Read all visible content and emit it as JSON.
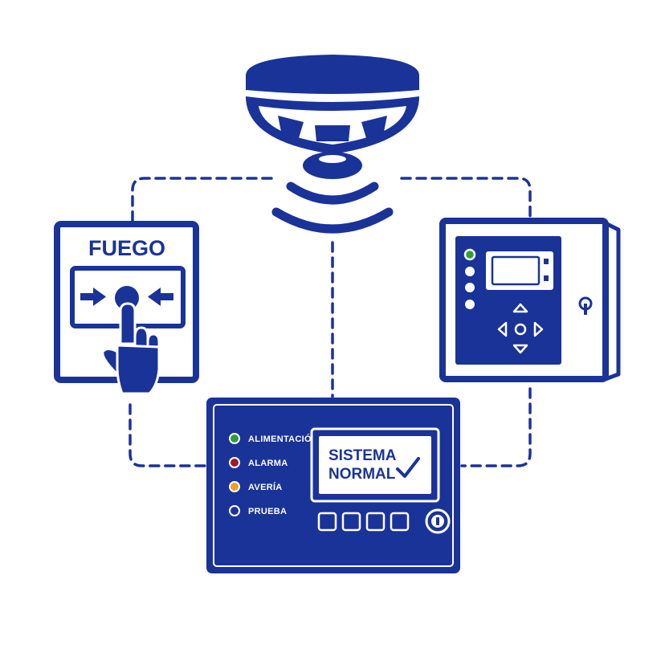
{
  "colors": {
    "primary": "#1a3399",
    "background": "#ffffff",
    "led_power": "#2e9e3a",
    "led_alarm": "#9e1b2a",
    "led_fault": "#f0a020",
    "led_test": "#1a3399"
  },
  "call_point": {
    "label": "FUEGO",
    "icon": "press-button-hand-icon"
  },
  "detector": {
    "icon": "smoke-detector-icon"
  },
  "remote_panel": {
    "icon": "remote-control-panel-icon"
  },
  "main_panel": {
    "leds": [
      {
        "label": "ALIMENTACIÓN",
        "color": "#2e9e3a"
      },
      {
        "label": "ALARMA",
        "color": "#9e1b2a"
      },
      {
        "label": "AVERÍA",
        "color": "#f0a020"
      },
      {
        "label": "PRUEBA",
        "color": "#1a3399"
      }
    ],
    "screen_line1": "SISTEMA",
    "screen_line2": "NORMAL",
    "screen_icon": "checkmark-icon",
    "key_icon": "key-switch-icon"
  }
}
